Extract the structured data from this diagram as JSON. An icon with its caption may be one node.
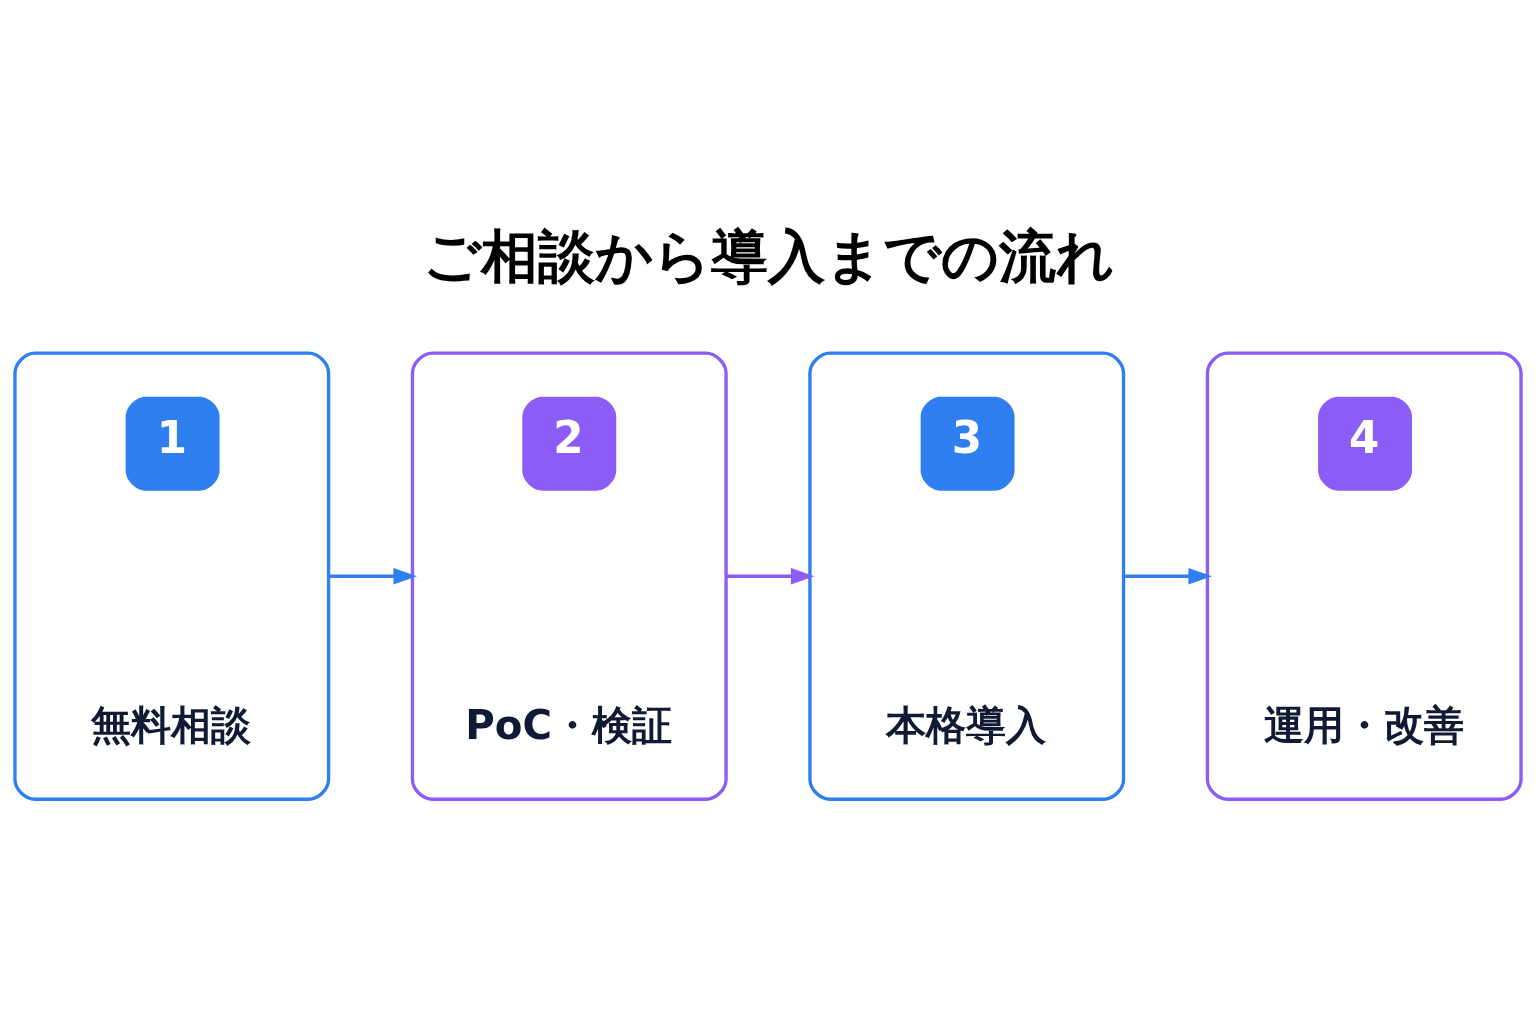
{
  "diagram": {
    "title": "ご相談から導入までの流れ",
    "nodes": [
      {
        "text": [
          "1",
          "無料相談"
        ]
      },
      {
        "text": [
          "2",
          "PoC・検証"
        ]
      },
      {
        "text": [
          "3",
          "本格導入"
        ]
      },
      {
        "text": [
          "4",
          "運用・改善"
        ]
      }
    ],
    "edges": [
      {
        "from": 0,
        "to": 1,
        "arrow": "to"
      },
      {
        "from": 1,
        "to": 2,
        "arrow": "to",
        "color": "#8b5cf6"
      },
      {
        "from": 2,
        "to": 3,
        "arrow": "to"
      }
    ]
  }
}
